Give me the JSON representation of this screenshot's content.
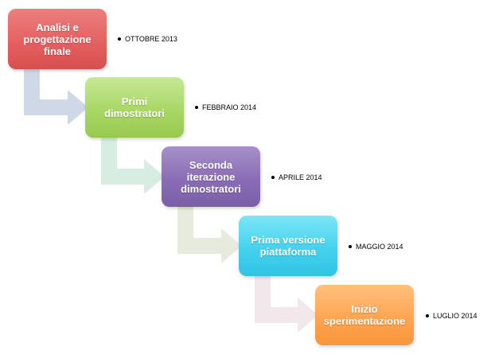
{
  "steps": [
    {
      "label": "Analisi e\nprogettazione finale",
      "date": "OTTOBRE 2013",
      "color": "#e46161"
    },
    {
      "label": "Primi dimostratori",
      "date": "FEBBRAIO 2014",
      "color": "#a9d766"
    },
    {
      "label": "Seconda iterazione\ndimostratori",
      "date": "APRILE 2014",
      "color": "#8a6db6"
    },
    {
      "label": "Prima versione\npiattaforma",
      "date": "MAGGIO 2014",
      "color": "#44d2ee"
    },
    {
      "label": "Inizio\nsperimentazione",
      "date": "LUGLIO 2014",
      "color": "#ffa552"
    }
  ],
  "connectors": [
    {
      "from": 0,
      "to": 1,
      "color": "#ccd6e6"
    },
    {
      "from": 1,
      "to": 2,
      "color": "#d6ecdf"
    },
    {
      "from": 2,
      "to": 3,
      "color": "#e6eadb"
    },
    {
      "from": 3,
      "to": 4,
      "color": "#f1e6ea"
    }
  ]
}
